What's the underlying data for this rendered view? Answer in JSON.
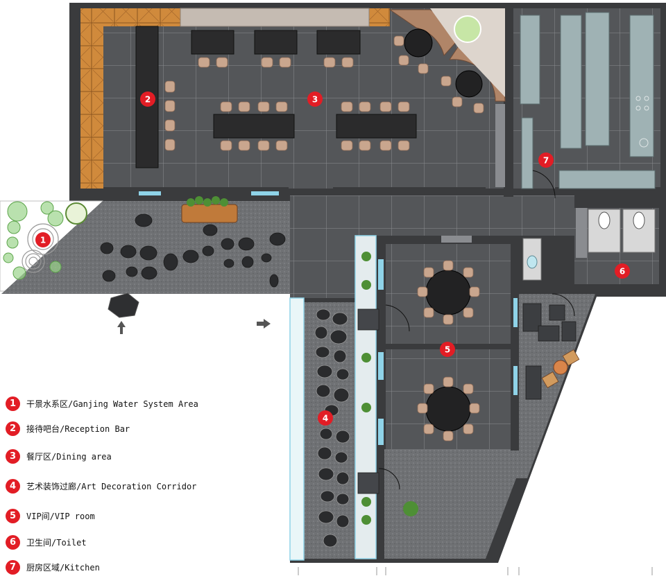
{
  "colors": {
    "tile": "#545659",
    "tile_grid": "#8b8d91",
    "wall": "#3a3b3d",
    "gravel": "#6f7174",
    "stone": "#2a2b2d",
    "wood": "#d08a3c",
    "table": "#2b2b2c",
    "chair": "#c9a68e",
    "kitchen_counter": "#9fb2b4",
    "glass": "#8fd3e8",
    "marker": "#e21d25",
    "plant": "#4e8f35",
    "garden_circle": "#9bd48c"
  },
  "markers": [
    "1",
    "2",
    "3",
    "4",
    "5",
    "6",
    "7"
  ],
  "legend": [
    {
      "num": "1",
      "label": "干景水系区/Ganjing Water System Area"
    },
    {
      "num": "2",
      "label": "接待吧台/Reception Bar"
    },
    {
      "num": "3",
      "label": "餐厅区/Dining area"
    },
    {
      "num": "4",
      "label": "艺术装饰过廊/Art Decoration Corridor"
    },
    {
      "num": "5",
      "label": "VIP间/VIP room"
    },
    {
      "num": "6",
      "label": "卫生间/Toilet"
    },
    {
      "num": "7",
      "label": "厨房区域/Kitchen"
    }
  ],
  "icons": [
    "entrance-arrow-up-icon",
    "entrance-arrow-right-icon"
  ]
}
